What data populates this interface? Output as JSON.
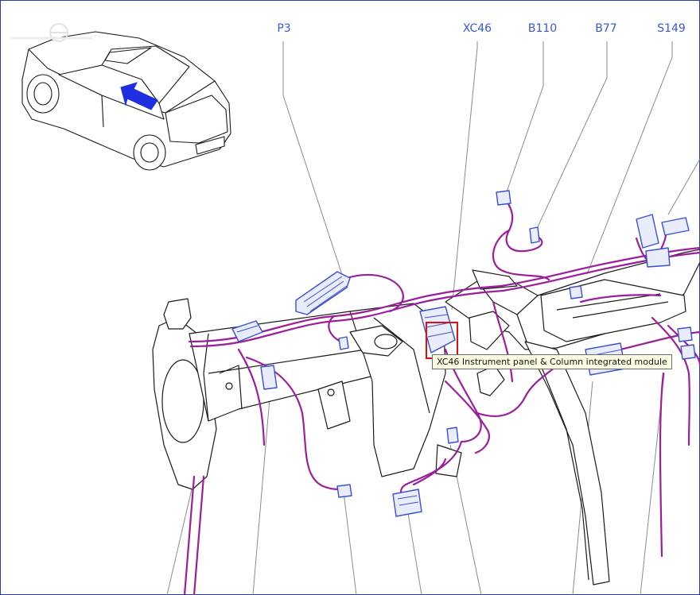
{
  "callouts": [
    {
      "id": "p3",
      "label": "P3"
    },
    {
      "id": "xc46",
      "label": "XC46"
    },
    {
      "id": "b110",
      "label": "B110"
    },
    {
      "id": "b77",
      "label": "B77"
    },
    {
      "id": "s149",
      "label": "S149"
    }
  ],
  "tooltip": {
    "text": "XC46 Instrument panel & Column integrated module"
  },
  "colors": {
    "outline": "#1a1a1a",
    "harness": "#9b1f9b",
    "connector": "#3a4fd0",
    "callout_text": "#3a56d6",
    "leader": "#8a8a8a",
    "arrow": "#1e2fe0",
    "highlight": "#e01010"
  },
  "icons": {
    "vehicle": "vehicle-view-icon",
    "direction": "view-direction-arrow-icon"
  }
}
